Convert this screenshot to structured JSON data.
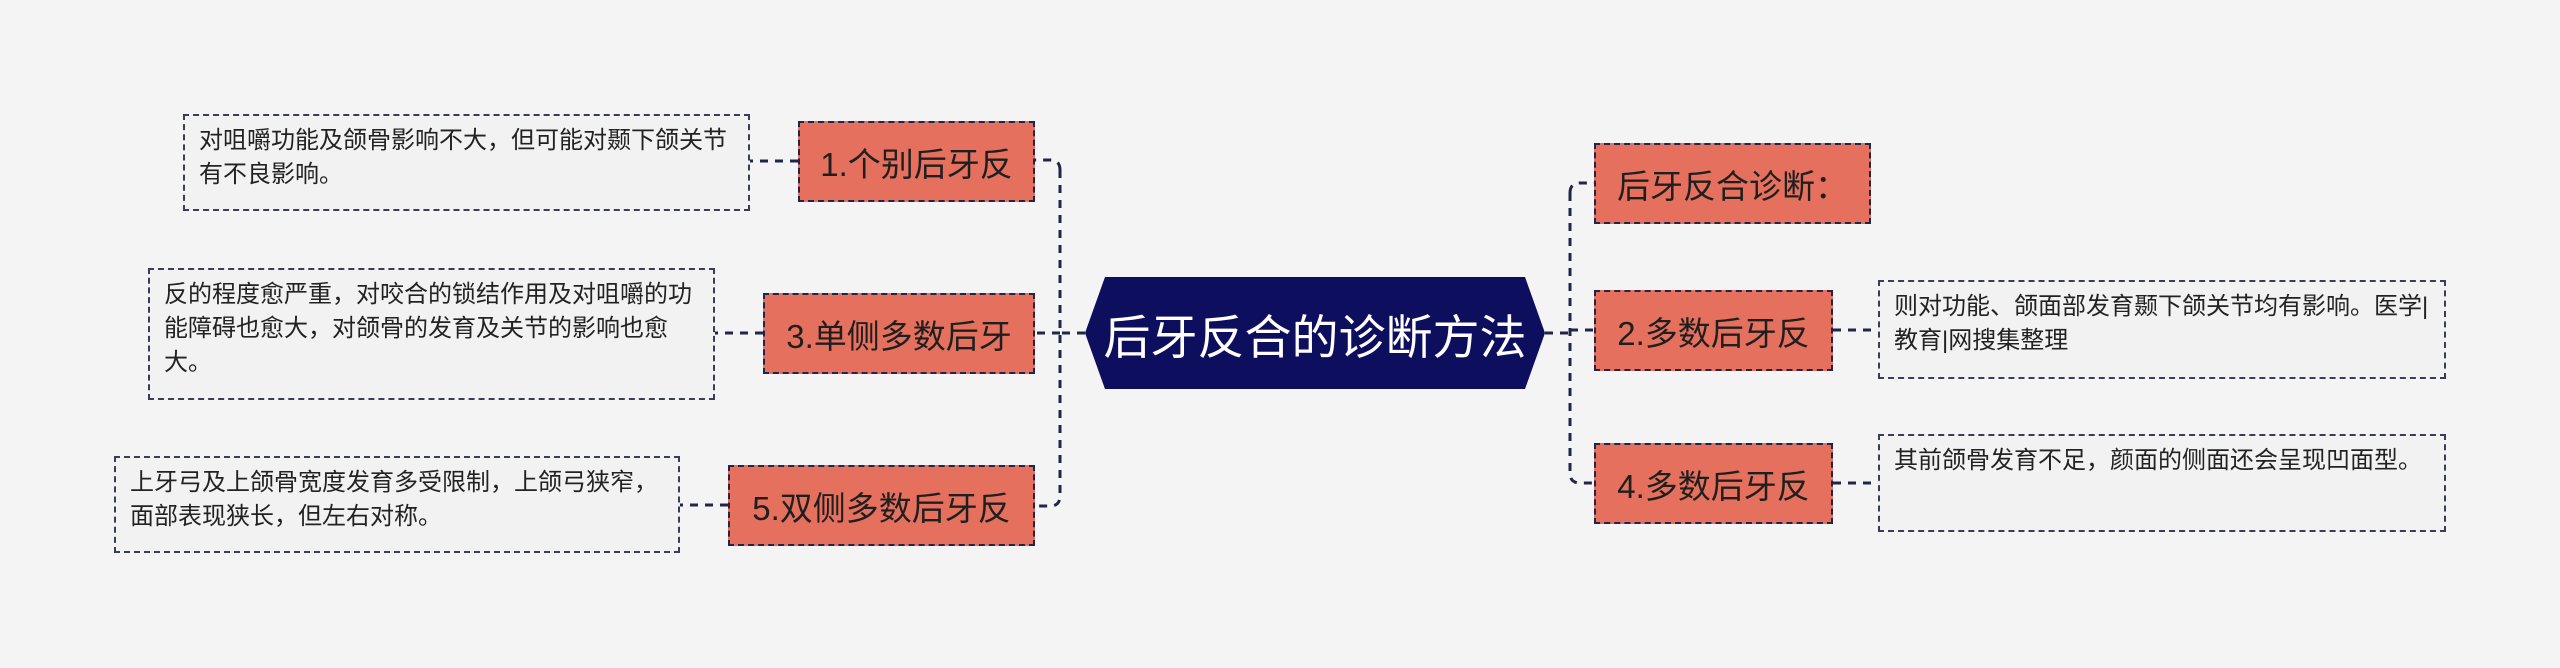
{
  "root": {
    "label": "后牙反合的诊断方法"
  },
  "colors": {
    "root": "#0d0e5e",
    "topic": "#e4705d",
    "line": "#22254a",
    "detail_bg": "#f2f2f2"
  },
  "left_topics": [
    {
      "label": "1.个别后牙反",
      "detail": "对咀嚼功能及颌骨影响不大，但可能对颞下颌关节有不良影响。"
    },
    {
      "label": "3.单侧多数后牙",
      "detail": "反的程度愈严重，对咬合的锁结作用及对咀嚼的功能障碍也愈大，对颌骨的发育及关节的影响也愈大。"
    },
    {
      "label": "5.双侧多数后牙反",
      "detail": "上牙弓及上颌骨宽度发育多受限制，上颌弓狭窄，面部表现狭长，但左右对称。"
    }
  ],
  "right_topics": [
    {
      "label": "后牙反合诊断：",
      "detail": ""
    },
    {
      "label": "2.多数后牙反",
      "detail": "则对功能、颌面部发育颞下颌关节均有影响。医学|教育|网搜集整理"
    },
    {
      "label": "4.多数后牙反",
      "detail": "其前颌骨发育不足，颜面的侧面还会呈现凹面型。"
    }
  ]
}
